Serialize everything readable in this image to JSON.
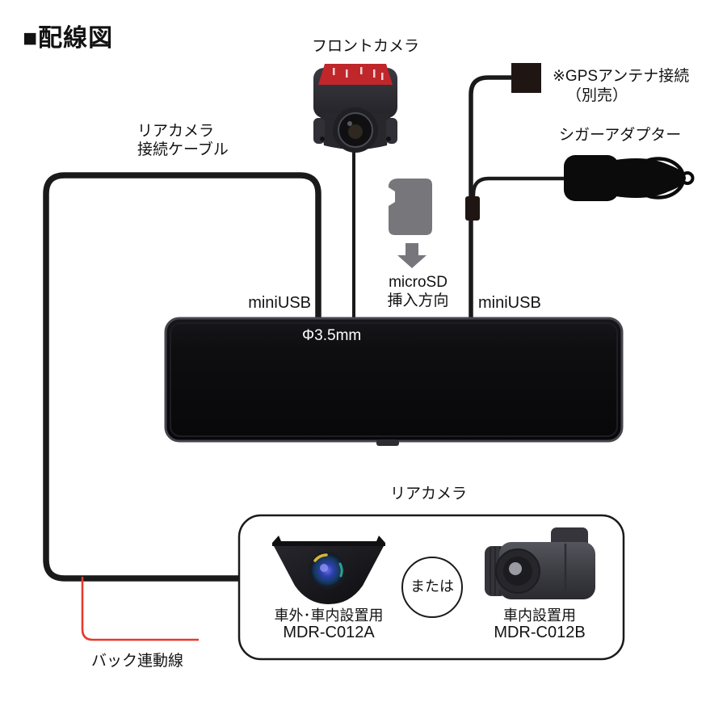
{
  "title": "■配線図",
  "labels": {
    "front_camera": "フロントカメラ",
    "gps_line1": "※GPSアンテナ接続",
    "gps_line2": "（別売）",
    "cigar_adapter": "シガーアダプター",
    "rear_cable_line1": "リアカメラ",
    "rear_cable_line2": "接続ケーブル",
    "microsd_line1": "microSD",
    "microsd_line2": "挿入方向",
    "miniusb_left": "miniUSB",
    "miniusb_right": "miniUSB",
    "jack": "Φ3.5mm",
    "rear_camera": "リアカメラ",
    "or": "または",
    "camera_a_use": "車外･車内設置用",
    "camera_a_model": "MDR-C012A",
    "camera_b_use": "車内設置用",
    "camera_b_model": "MDR-C012B",
    "back_wire": "バック連動線"
  },
  "colors": {
    "cable_black": "#1a1a1a",
    "back_wire_red": "#e8382d",
    "adhesive_pad_red": "#bf272b",
    "microsd_gray": "#77777b",
    "mirror_screen": "#0d0d0f",
    "jack_text": "#ffffff"
  }
}
